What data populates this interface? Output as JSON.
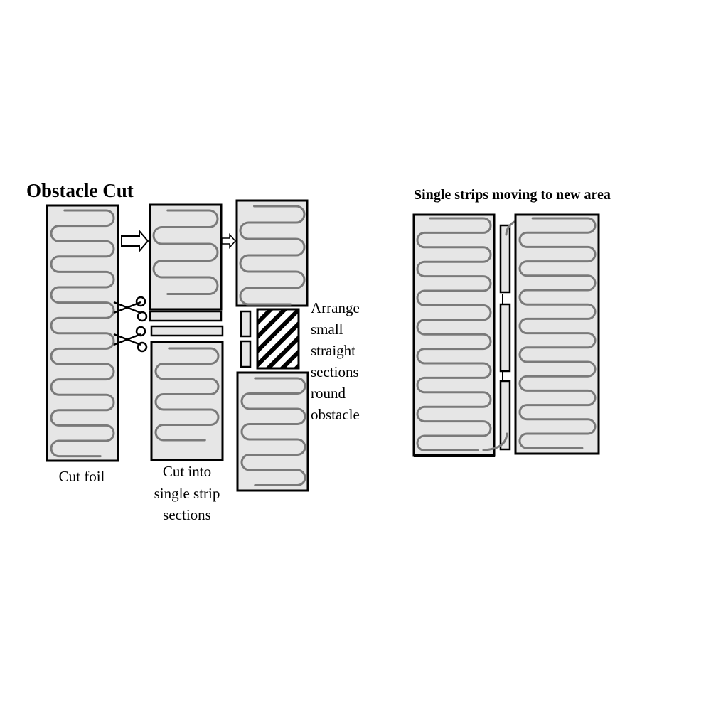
{
  "left": {
    "title": "Obstacle Cut",
    "label_cut_foil": "Cut foil",
    "label_cut_into": [
      "Cut into",
      "single strip",
      "sections"
    ],
    "label_arrange": [
      "Arrange",
      "small",
      "straight",
      "sections",
      "round",
      "obstacle"
    ]
  },
  "right": {
    "title": "Single strips moving to new area"
  }
}
